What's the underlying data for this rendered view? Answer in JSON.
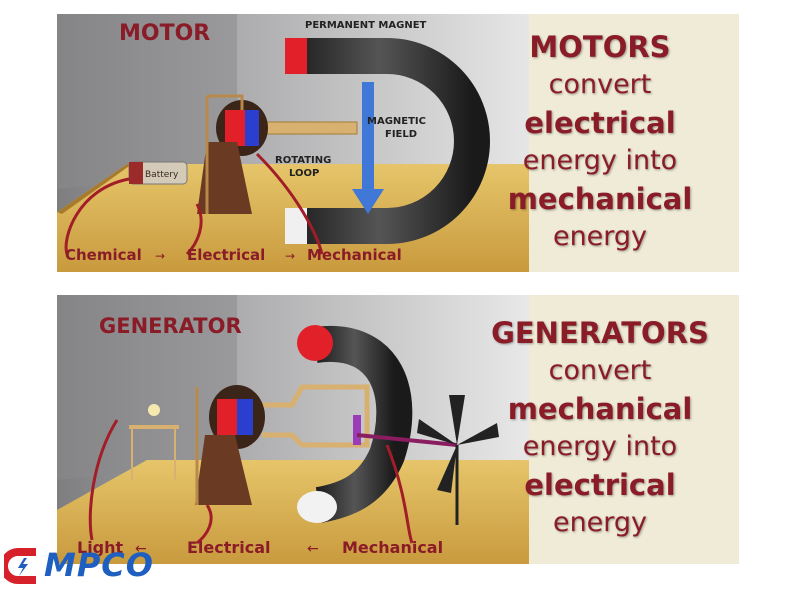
{
  "motor": {
    "title": "MOTOR",
    "labels": {
      "permanent_magnet": "PERMANENT MAGNET",
      "magnetic_field_1": "MAGNETIC",
      "magnetic_field_2": "FIELD",
      "rotating_loop_1": "ROTATING",
      "rotating_loop_2": "LOOP",
      "battery": "Battery"
    },
    "flow": {
      "chemical": "Chemical",
      "electrical": "Electrical",
      "mechanical": "Mechanical"
    },
    "statement": [
      {
        "text": "MOTORS",
        "weight": "bold"
      },
      {
        "text": "convert",
        "weight": "regular"
      },
      {
        "text": "electrical",
        "weight": "bold"
      },
      {
        "text": "energy into",
        "weight": "regular"
      },
      {
        "text": "mechanical",
        "weight": "bold"
      },
      {
        "text": "energy",
        "weight": "regular"
      }
    ]
  },
  "generator": {
    "title": "GENERATOR",
    "flow": {
      "light": "Light",
      "electrical": "Electrical",
      "mechanical": "Mechanical"
    },
    "statement": [
      {
        "text": "GENERATORS",
        "weight": "bold"
      },
      {
        "text": "convert",
        "weight": "regular"
      },
      {
        "text": "mechanical",
        "weight": "bold"
      },
      {
        "text": "energy into",
        "weight": "regular"
      },
      {
        "text": "electrical",
        "weight": "bold"
      },
      {
        "text": "energy",
        "weight": "regular"
      }
    ]
  },
  "logo": {
    "text": "MPCO"
  },
  "colors": {
    "label_red": "#8a1c28",
    "logo_blue": "#1f5fbf",
    "logo_red": "#d6202a",
    "side_bg": "#efebd6"
  }
}
